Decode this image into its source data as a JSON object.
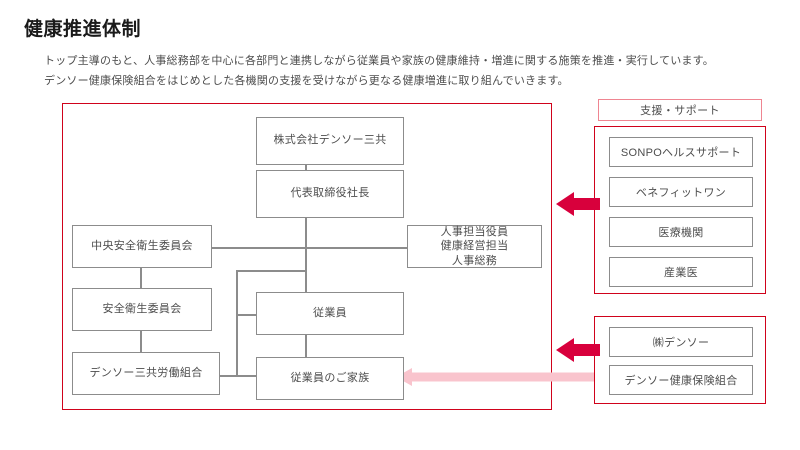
{
  "page": {
    "title": "健康推進体制",
    "lead_line_1": "トップ主導のもと、人事総務部を中心に各部門と連携しながら従業員や家族の健康維持・増進に関する施策を推進・実行しています。",
    "lead_line_2": "デンソー健康保険組合をはじめとした各機関の支援を受けながら更なる健康増進に取り組んでいきます。"
  },
  "colors": {
    "frame_red": "#d0021b",
    "frame_pink": "#ef8591",
    "node_border": "#8c8c8c",
    "arrow_red": "#d8003c",
    "arrow_pink": "#f9c4cd",
    "text": "#4d4d4d"
  },
  "org_chart": {
    "nodes": {
      "company": "株式会社デンソー三共",
      "president": "代表取締役社長",
      "central_committee": "中央安全衛生委員会",
      "hr_officer_line1": "人事担当役員",
      "hr_officer_line2": "健康経営担当",
      "hr_officer_line3": "人事総務",
      "safety_committee": "安全衛生委員会",
      "employees": "従業員",
      "labor_union": "デンソー三共労働組合",
      "employee_family": "従業員のご家族"
    }
  },
  "support_panel": {
    "header": "支援・サポート",
    "group_a": [
      {
        "label": "SONPOヘルスサポート"
      },
      {
        "label": "ベネフィットワン"
      },
      {
        "label": "医療機関"
      },
      {
        "label": "産業医"
      }
    ],
    "group_b": [
      {
        "label": "㈱デンソー"
      },
      {
        "label": "デンソー健康保険組合"
      }
    ]
  },
  "arrows": {
    "top_arrow_name": "support-arrow-to-president",
    "bottom_arrow_name": "support-arrow-to-org",
    "pink_arrow_name": "insurance-arrow-to-family"
  }
}
